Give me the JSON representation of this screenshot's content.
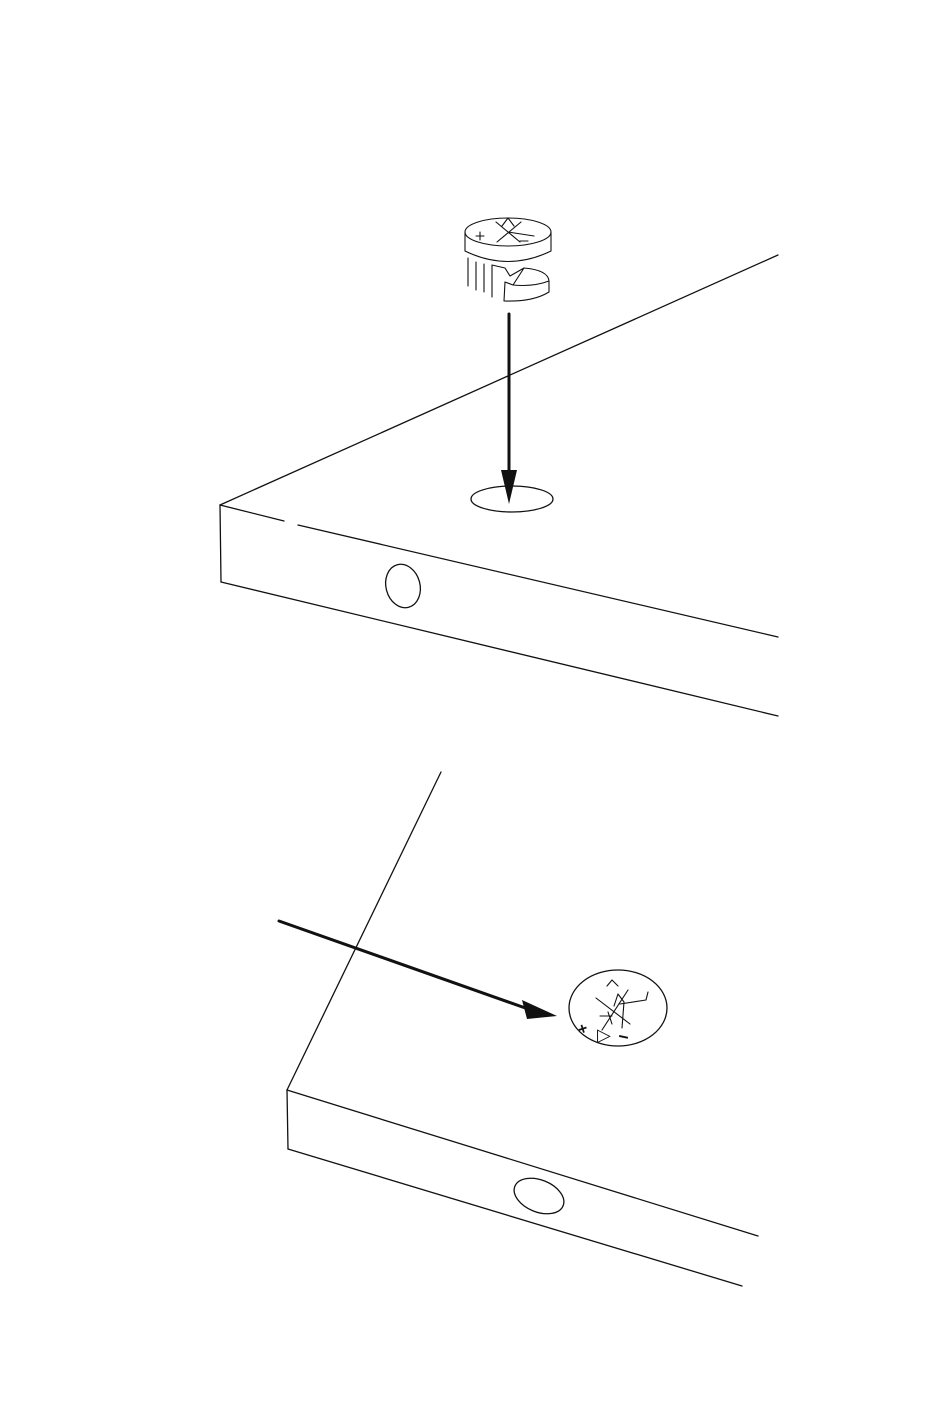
{
  "diagram": {
    "background": "#ffffff",
    "stroke_color": "#111111",
    "steps": [
      {
        "panel": "panel-edge-with-bore",
        "part": "cam-lock-fitting",
        "action": "insert-into-hole"
      },
      {
        "panel": "panel-with-installed-cam-lock",
        "part": "cam-lock-fitting-top-view",
        "action": "indicator-arrow"
      }
    ],
    "cam_lock_markings": {
      "plus_symbol": "+",
      "arrow_symbol": "▷",
      "minus_symbol": "−"
    }
  }
}
